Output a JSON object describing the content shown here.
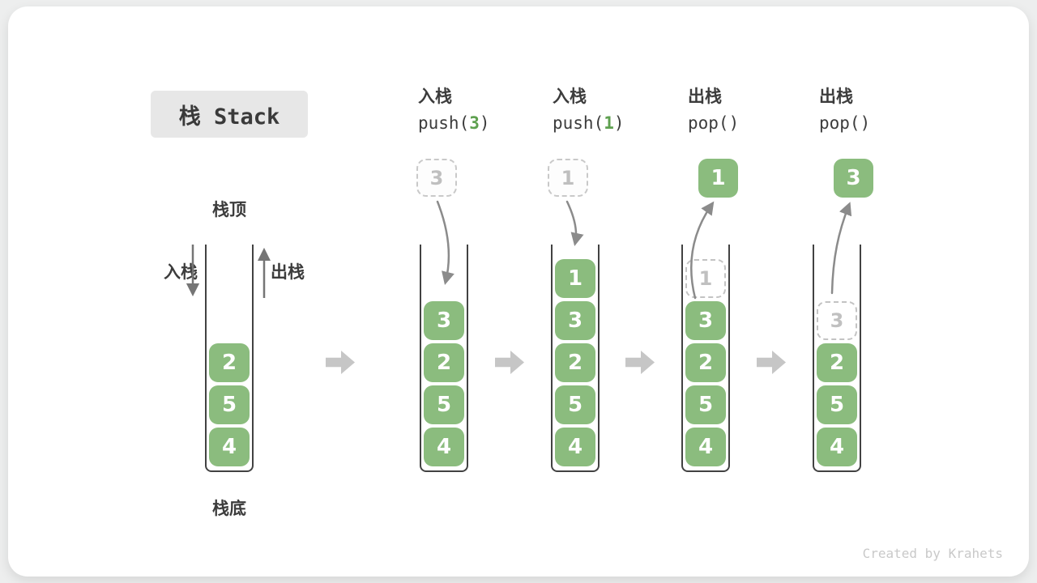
{
  "title": "栈 Stack",
  "footer": "Created by Krahets",
  "annotations": {
    "stack_top": "栈顶",
    "stack_bottom": "栈底",
    "push_side": "入栈",
    "pop_side": "出栈"
  },
  "colors": {
    "cell_green": "#8bbc7e",
    "arg_green": "#5ea04f",
    "curved_arrow_gray": "#8b8b8b",
    "straight_arrow_gray": "#757575",
    "block_arrow_gray": "#c6c6c6",
    "ghost_gray": "#c0c0c0",
    "title_box_bg": "#e7e7e7",
    "text_dark": "#3c3c3c"
  },
  "steps": [
    {
      "id": "initial",
      "cells": [
        "2",
        "5",
        "4"
      ]
    },
    {
      "id": "push-3",
      "label_cn": "入栈",
      "fn_pre": "push(",
      "fn_arg": "3",
      "fn_post": ")",
      "incoming": "3",
      "cells": [
        "3",
        "2",
        "5",
        "4"
      ]
    },
    {
      "id": "push-1",
      "label_cn": "入栈",
      "fn_pre": "push(",
      "fn_arg": "1",
      "fn_post": ")",
      "incoming": "1",
      "cells": [
        "1",
        "3",
        "2",
        "5",
        "4"
      ]
    },
    {
      "id": "pop-1",
      "label_cn": "出栈",
      "fn_pre": "pop(",
      "fn_arg": "",
      "fn_post": ")",
      "popped": "1",
      "ghost": "1",
      "cells": [
        "3",
        "2",
        "5",
        "4"
      ]
    },
    {
      "id": "pop-3",
      "label_cn": "出栈",
      "fn_pre": "pop(",
      "fn_arg": "",
      "fn_post": ")",
      "popped": "3",
      "ghost": "3",
      "cells": [
        "2",
        "5",
        "4"
      ]
    }
  ]
}
